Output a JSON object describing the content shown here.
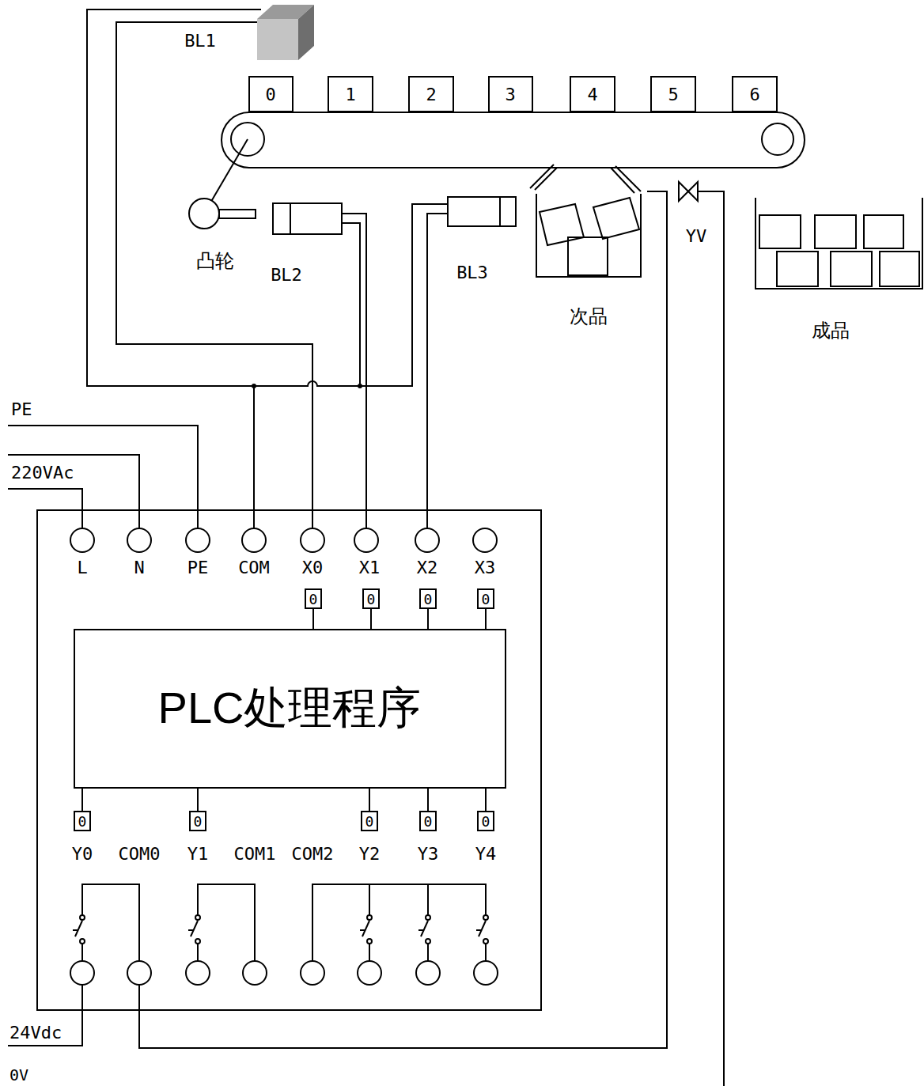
{
  "diagram": {
    "nodes": [
      {
        "text": [
          "0"
        ]
      },
      {
        "text": [
          "1"
        ]
      },
      {
        "text": [
          "2"
        ]
      },
      {
        "text": [
          "3"
        ]
      },
      {
        "text": [
          "4"
        ]
      },
      {
        "text": [
          "5"
        ]
      },
      {
        "text": [
          "6"
        ]
      },
      {
        "text": [
          "PLC处理程序"
        ]
      },
      {
        "text": [
          "0"
        ]
      },
      {
        "text": [
          "0"
        ]
      },
      {
        "text": [
          "0"
        ]
      },
      {
        "text": [
          "0"
        ]
      },
      {
        "text": [
          "0"
        ]
      },
      {
        "text": [
          "0"
        ]
      },
      {
        "text": [
          "0"
        ]
      },
      {
        "text": [
          "0"
        ]
      },
      {
        "text": [
          "0"
        ]
      }
    ],
    "edges": [
      {
        "from": 8,
        "to": 7,
        "arrow": "none"
      },
      {
        "from": 9,
        "to": 7,
        "arrow": "none"
      },
      {
        "from": 10,
        "to": 7,
        "arrow": "none"
      },
      {
        "from": 11,
        "to": 7,
        "arrow": "none"
      },
      {
        "from": 7,
        "to": 12,
        "arrow": "none"
      },
      {
        "from": 7,
        "to": 13,
        "arrow": "none"
      },
      {
        "from": 7,
        "to": 14,
        "arrow": "none"
      },
      {
        "from": 7,
        "to": 15,
        "arrow": "none"
      },
      {
        "from": 7,
        "to": 16,
        "arrow": "none"
      }
    ],
    "labels": [
      "BL1",
      "凸轮",
      "BL2",
      "BL3",
      "次品",
      "YV",
      "成品",
      "PE",
      "220VAc",
      "L",
      "N",
      "PE",
      "COM",
      "X0",
      "X1",
      "X2",
      "X3",
      "Y0",
      "COM0",
      "Y1",
      "COM1",
      "COM2",
      "Y2",
      "Y3",
      "Y4",
      "24Vdc",
      "0V"
    ]
  }
}
